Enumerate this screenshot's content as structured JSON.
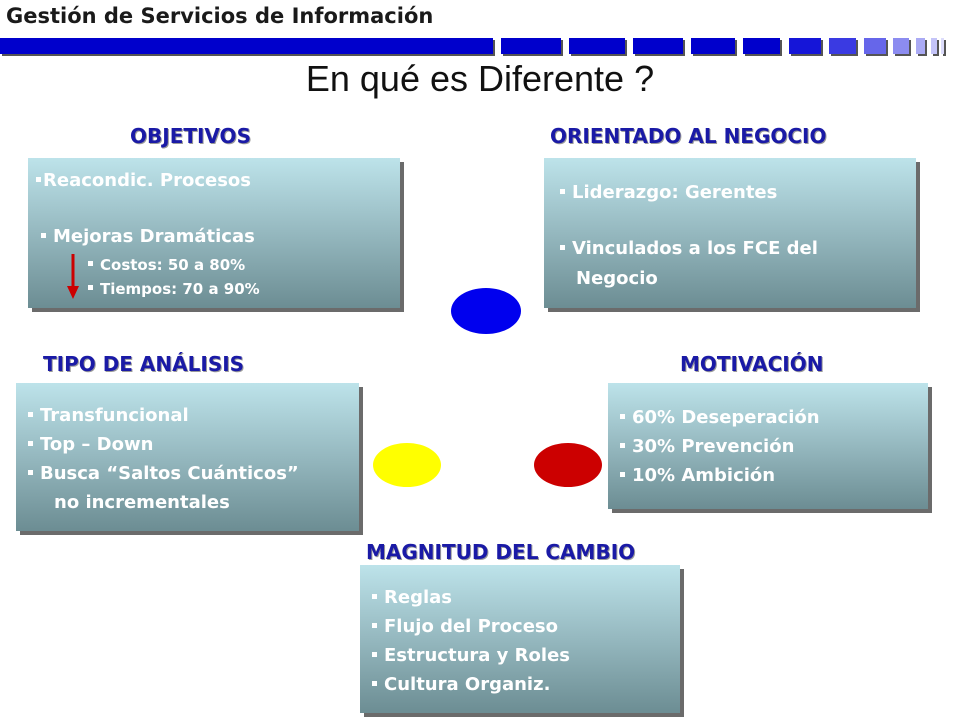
{
  "header": {
    "title": "Gestión de Servicios de Información"
  },
  "slide_title": "En qué es Diferente ?",
  "colors": {
    "accent_blue": "#0000cc",
    "label_blue": "#1a1aa6",
    "blob_blue": "#0000ee",
    "blob_yellow": "#ffff00",
    "blob_red": "#cc0000",
    "arrow_red": "#cc0000"
  },
  "objetivos": {
    "label": "OBJETIVOS",
    "items": [
      "Reacondic. Procesos",
      "Mejoras Dramáticas"
    ],
    "subitems": [
      "Costos: 50 a 80%",
      "Tiempos: 70 a 90%"
    ]
  },
  "orientado": {
    "label": "ORIENTADO AL NEGOCIO",
    "items": [
      "Liderazgo: Gerentes",
      "Vinculados a los FCE del",
      "Negocio"
    ]
  },
  "tipo": {
    "label": "TIPO DE ANÁLISIS",
    "items": [
      "Transfuncional",
      "Top – Down",
      "Busca “Saltos Cuánticos”",
      "no incrementales"
    ]
  },
  "motivacion": {
    "label": "MOTIVACIÓN",
    "items": [
      "60% Deseperación",
      "30% Prevención",
      "10% Ambición"
    ]
  },
  "magnitud": {
    "label": "MAGNITUD DEL CAMBIO",
    "items": [
      "Reglas",
      "Flujo del Proceso",
      "Estructura y Roles",
      "Cultura Organiz."
    ]
  }
}
